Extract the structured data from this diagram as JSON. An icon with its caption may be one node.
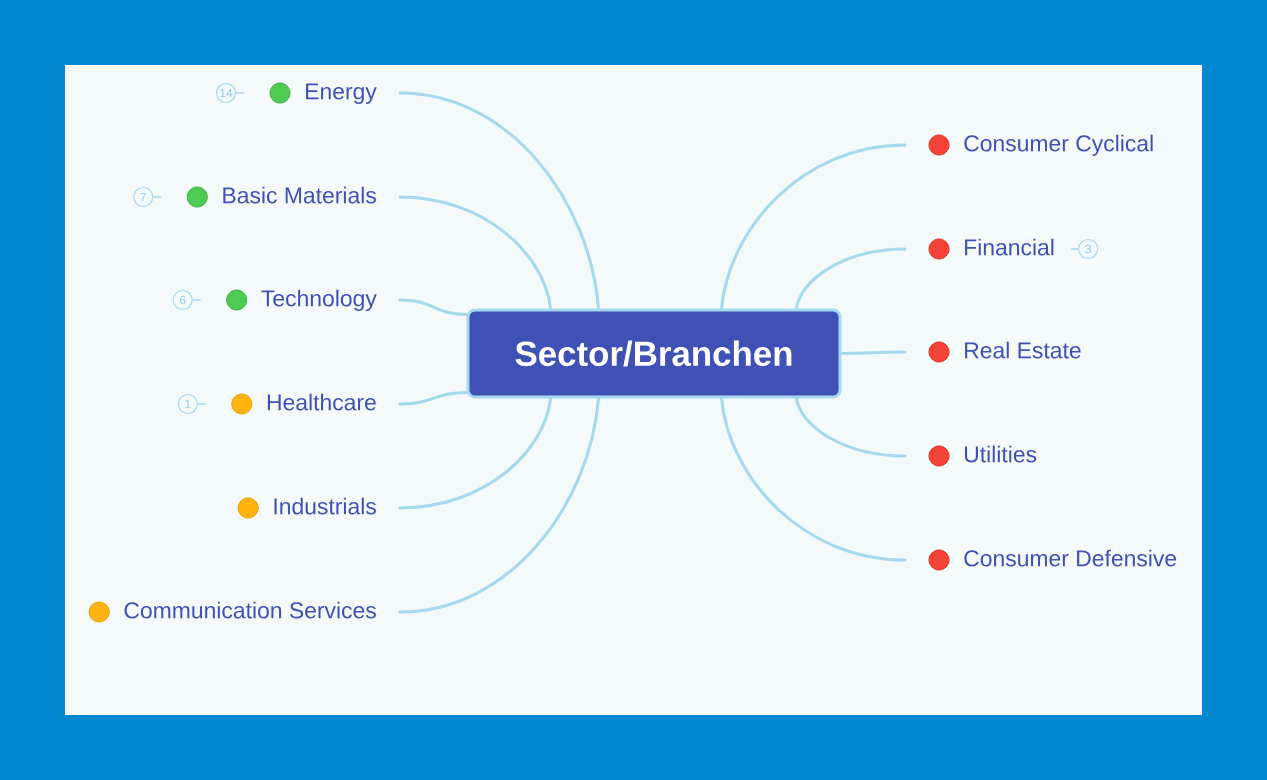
{
  "diagram": {
    "nodes": [
      {
        "text": [
          "Sector/Branchen"
        ]
      },
      {
        "text": [
          "Energy"
        ],
        "beside": [
          "14"
        ]
      },
      {
        "text": [
          "Basic Materials"
        ],
        "beside": [
          "7"
        ]
      },
      {
        "text": [
          "Technology"
        ],
        "beside": [
          "6"
        ]
      },
      {
        "text": [
          "Healthcare"
        ],
        "beside": [
          "1"
        ]
      },
      {
        "text": [
          "Industrials"
        ]
      },
      {
        "text": [
          "Communication Services"
        ]
      },
      {
        "text": [
          "Consumer Cyclical"
        ]
      },
      {
        "text": [
          "Financial"
        ]
      },
      {
        "text": [
          "Real Estate"
        ]
      },
      {
        "text": [
          "Utilities"
        ]
      },
      {
        "text": [
          "Consumer Defensive"
        ]
      }
    ],
    "edges": [
      {
        "from": 0,
        "to": 1,
        "arrow": "none"
      },
      {
        "from": 0,
        "to": 2,
        "arrow": "none"
      },
      {
        "from": 0,
        "to": 3,
        "arrow": "none"
      },
      {
        "from": 0,
        "to": 4,
        "arrow": "none"
      },
      {
        "from": 0,
        "to": 5,
        "arrow": "none"
      },
      {
        "from": 0,
        "to": 6,
        "arrow": "none"
      },
      {
        "from": 0,
        "to": 7,
        "arrow": "none"
      },
      {
        "from": 0,
        "to": 8,
        "arrow": "none"
      },
      {
        "from": 0,
        "to": 9,
        "arrow": "none"
      },
      {
        "from": 0,
        "to": 10,
        "arrow": "none"
      },
      {
        "from": 0,
        "to": 11,
        "arrow": "none"
      }
    ],
    "labels": [
      "3"
    ]
  }
}
